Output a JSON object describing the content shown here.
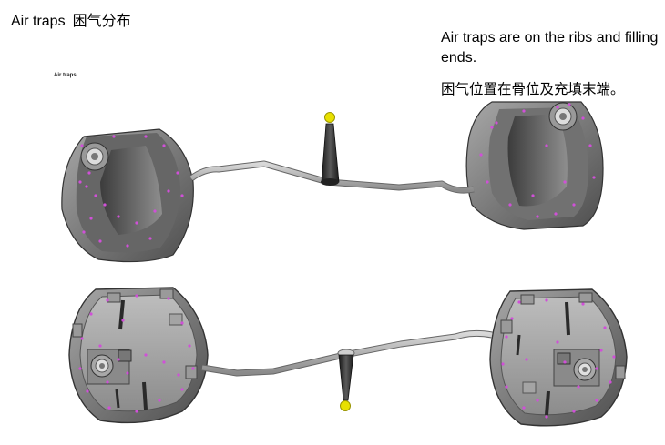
{
  "title": {
    "en": "Air traps",
    "cn": "困气分布"
  },
  "description": {
    "en": "Air traps are on the ribs and filling ends.",
    "cn": "困气位置在骨位及充填末端。"
  },
  "small_label": "Air traps",
  "colors": {
    "part_dark": "#4a4a4a",
    "part_mid": "#7d7d7d",
    "part_light": "#c8c8c8",
    "air_trap_marker": "#d050d8",
    "gate_marker": "#e8e000"
  },
  "icons": [
    "air-trap-marker-icon",
    "injection-gate-icon"
  ]
}
